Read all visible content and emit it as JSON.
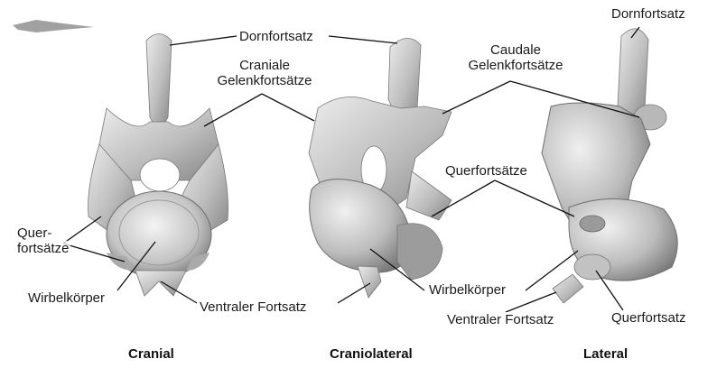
{
  "labels": {
    "dornfortsatz_1": "Dornfortsatz",
    "dornfortsatz_2": "Dornfortsatz",
    "craniale_1": "Craniale",
    "craniale_2": "Gelenkfortsätze",
    "caudale_1": "Caudale",
    "caudale_2": "Gelenkfortsätze",
    "quer_cranial_1": "Quer-",
    "quer_cranial_2": "fortsätze",
    "querfortsaetze_mid": "Querfortsätze",
    "wirbelkoerper_1": "Wirbelkörper",
    "wirbelkoerper_2": "Wirbelkörper",
    "ventraler_1": "Ventraler Fortsatz",
    "ventraler_2": "Ventraler Fortsatz",
    "querfortsatz_lateral": "Querfortsatz"
  },
  "captions": {
    "cranial": "Cranial",
    "craniolateral": "Craniolateral",
    "lateral": "Lateral"
  },
  "colors": {
    "bone_light": "#e6e6e6",
    "bone_mid": "#b9b9b9",
    "bone_dark": "#7c7c7c",
    "line": "#111111"
  }
}
